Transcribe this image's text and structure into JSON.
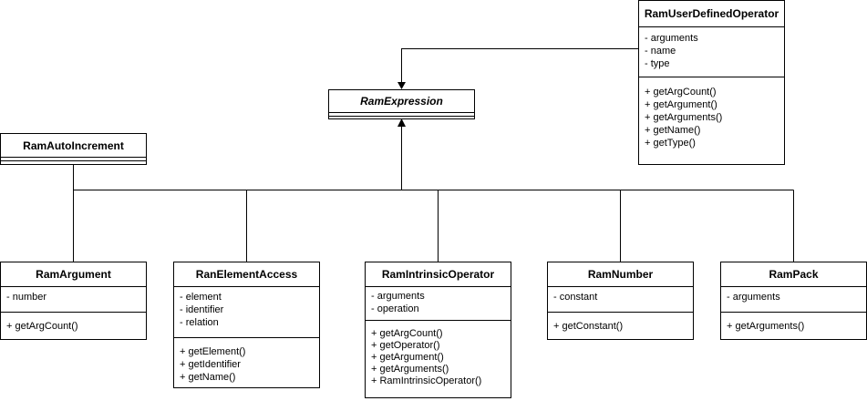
{
  "classes": {
    "udo": {
      "name": "RamUserDefinedOperator",
      "attributes": [
        "- arguments",
        "- name",
        "- type"
      ],
      "methods": [
        "+ getArgCount()",
        "+ getArgument()",
        "+ getArguments()",
        "+ getName()",
        "+ getType()"
      ]
    },
    "expr": {
      "name": "RamExpression"
    },
    "autoinc": {
      "name": "RamAutoIncrement"
    },
    "arg": {
      "name": "RamArgument",
      "attributes": [
        "- number"
      ],
      "methods": [
        "+ getArgCount()"
      ]
    },
    "elem": {
      "name": "RanElementAccess",
      "attributes": [
        "- element",
        "- identifier",
        "- relation"
      ],
      "methods": [
        "+ getElement()",
        "+ getIdentifier",
        "+ getName()"
      ]
    },
    "intr": {
      "name": "RamIntrinsicOperator",
      "attributes": [
        "- arguments",
        "- operation"
      ],
      "methods": [
        "+ getArgCount()",
        "+ getOperator()",
        "+ getArgument()",
        "+ getArguments()",
        "+ RamIntrinsicOperator()"
      ]
    },
    "num": {
      "name": "RamNumber",
      "attributes": [
        "- constant"
      ],
      "methods": [
        "+ getConstant()"
      ]
    },
    "pack": {
      "name": "RamPack",
      "attributes": [
        "- arguments"
      ],
      "methods": [
        "+ getArguments()"
      ]
    }
  }
}
